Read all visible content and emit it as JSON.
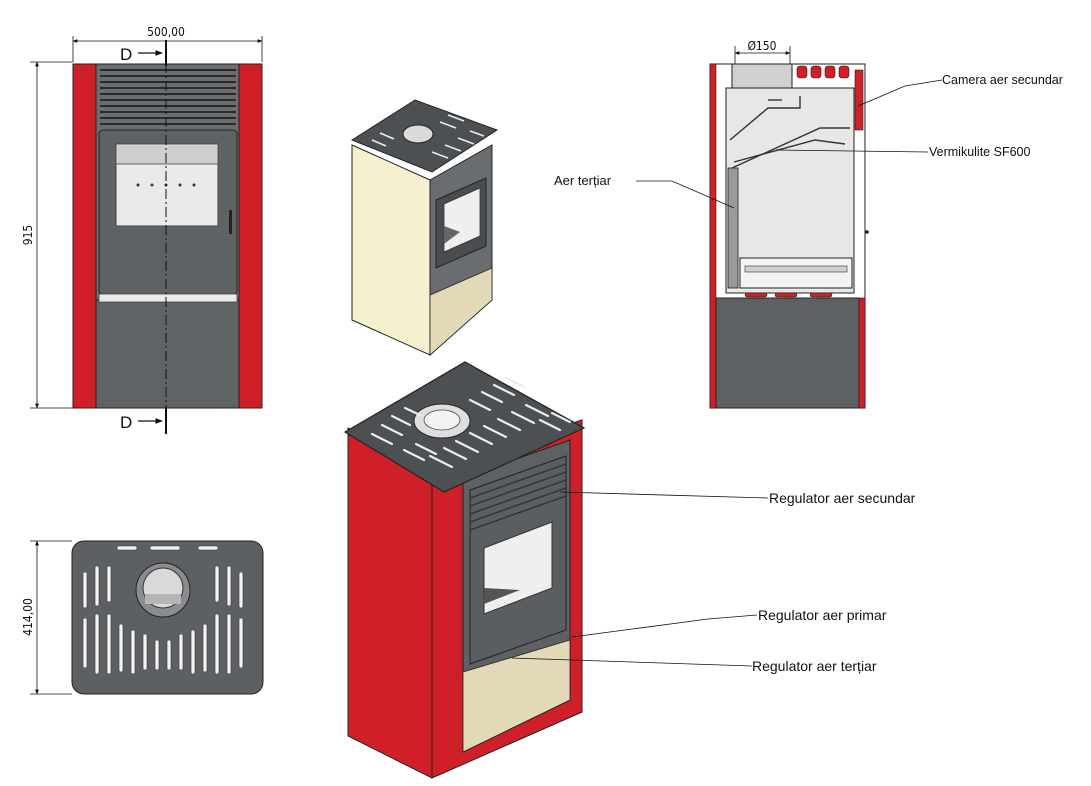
{
  "colors": {
    "body_red": "#cf2029",
    "cast_iron": "#5a5c5f",
    "panel_grey": "#7b7d80",
    "glass": "#e6e6e6",
    "cream": "#f5f0cf",
    "floor": "#e3d8b8"
  },
  "front_view": {
    "width_dim": "500,00",
    "height_dim": "915",
    "section_top": "D",
    "section_bottom": "D"
  },
  "top_view": {
    "depth_dim": "414,00"
  },
  "section_view": {
    "flue_dim": "Ø150",
    "labels": {
      "camera": "Camera aer secundar",
      "vermikulite": "Vermikulite SF600",
      "aer_tertiar": "Aer terțiar"
    }
  },
  "iso_view": {
    "labels": {
      "secundar": "Regulator aer secundar",
      "primar": "Regulator aer primar",
      "tertiar": "Regulator aer terțiar"
    }
  }
}
